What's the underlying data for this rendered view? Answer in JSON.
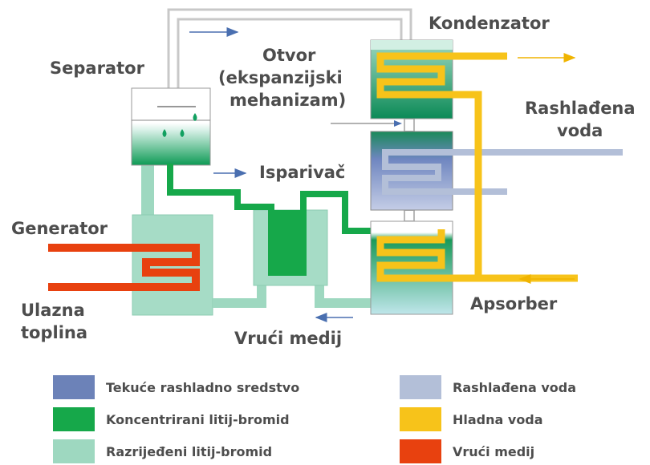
{
  "labels": {
    "kondenzator": "Kondenzator",
    "separator": "Separator",
    "otvor": [
      "Otvor",
      "(ekspanzijski",
      "mehanizam)"
    ],
    "rashladena_voda": [
      "Rashlađena",
      "voda"
    ],
    "isparivac": "Isparivač",
    "generator": "Generator",
    "ulazna_toplina": [
      "Ulazna",
      "toplina"
    ],
    "apsorber": "Apsorber",
    "vruci_medij": "Vrući medij"
  },
  "legend": [
    {
      "label": "Tekuće rashladno sredstvo",
      "color": "#6c82b8"
    },
    {
      "label": "Koncentrirani litij-bromid",
      "color": "#16a84a"
    },
    {
      "label": "Razrijeđeni litij-bromid",
      "color": "#9ed8c0"
    },
    {
      "label": "Rashlađena voda",
      "color": "#b3bfd8"
    },
    {
      "label": "Hladna voda",
      "color": "#f7c31a"
    },
    {
      "label": "Vrući medij",
      "color": "#e8410f"
    }
  ],
  "colors": {
    "refrigerant": "#6c82b8",
    "concentrated": "#16a84a",
    "diluted": "#9ed8c0",
    "chilled_water": "#b3bfd8",
    "cold_water": "#f7c31a",
    "hot_medium": "#e8410f",
    "flow_arrow_blue": "#4a6fb0",
    "flow_arrow_yellow": "#f0b400"
  }
}
